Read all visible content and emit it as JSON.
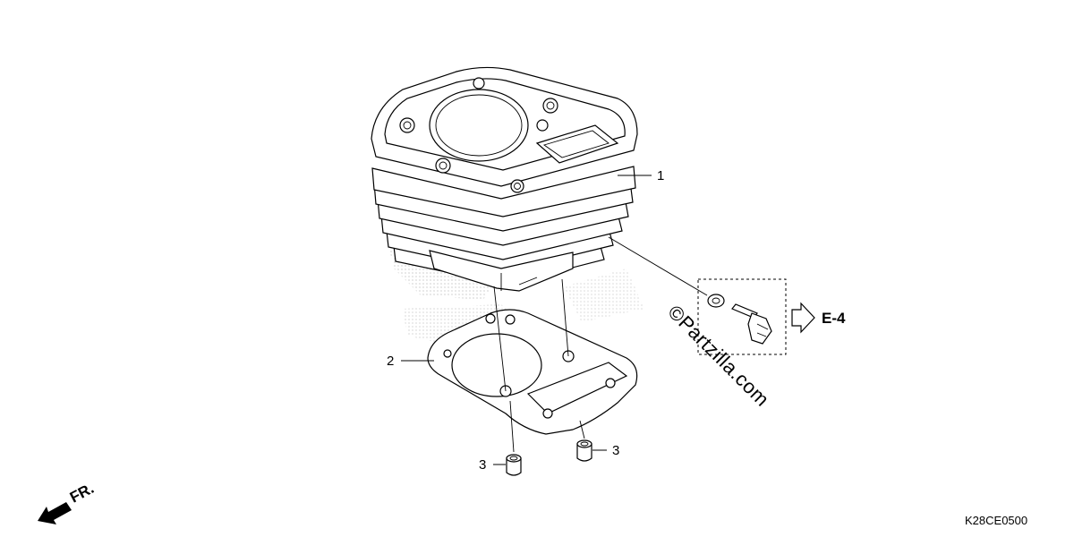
{
  "callouts": [
    {
      "label": "1"
    },
    {
      "label": "2"
    },
    {
      "label": "3"
    },
    {
      "label": "3"
    }
  ],
  "reference": {
    "label": "E-4"
  },
  "direction": {
    "label": "FR."
  },
  "diagram_code": "K28CE0500",
  "watermark": "©Partzilla.com",
  "icons": {
    "direction_arrow": "front-arrow-icon",
    "reference_arrow": "hollow-arrow-right-icon"
  }
}
